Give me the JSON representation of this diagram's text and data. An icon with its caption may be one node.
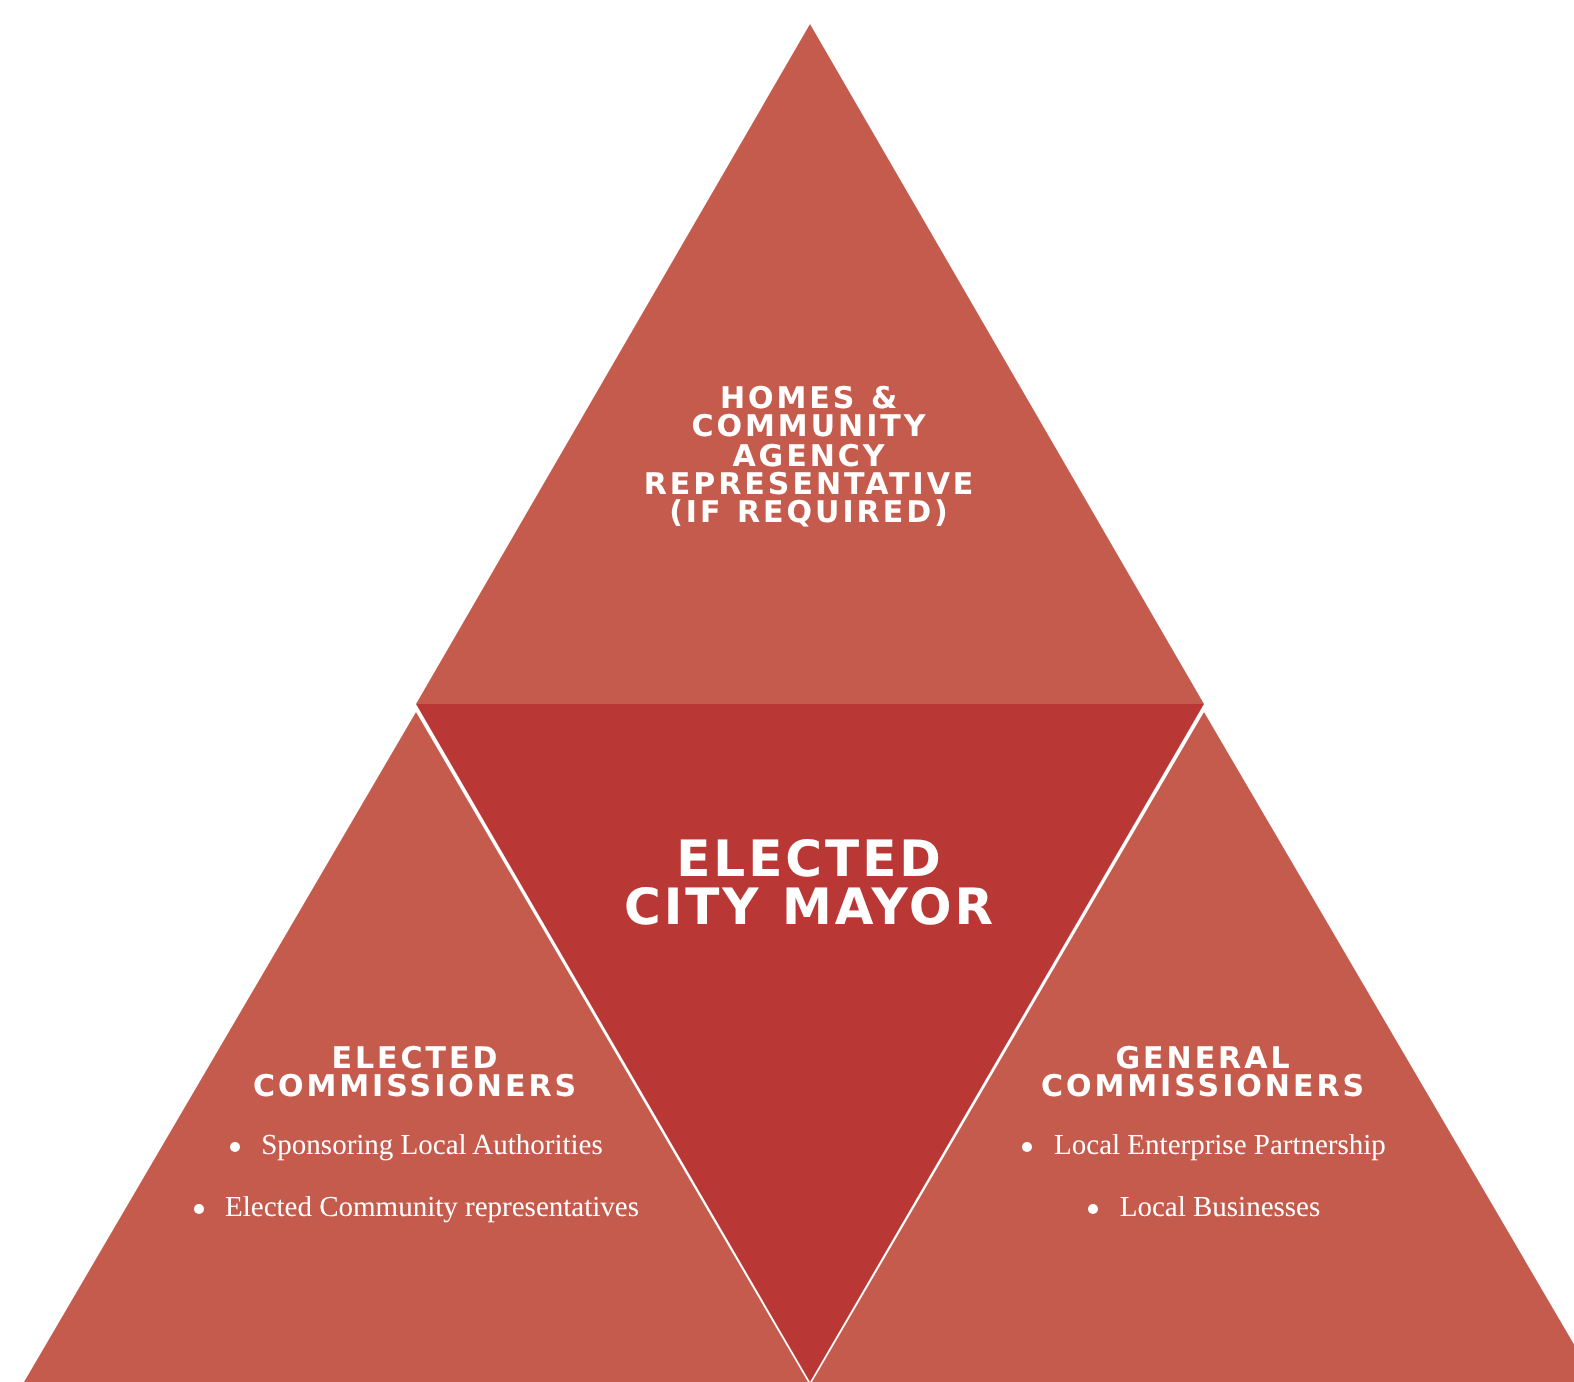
{
  "diagram": {
    "nodes": [
      {
        "text": [
          "HOMES & COMMUNITY AGENCY REPRESENTATIVE (IF REQUIRED)"
        ]
      },
      {
        "text": [
          "ELECTED CITY MAYOR"
        ]
      },
      {
        "text": [
          "ELECTED COMMISSIONERS",
          "Sponsoring Local Authorities",
          "Elected Community representatives"
        ]
      },
      {
        "text": [
          "GENERAL COMMISSIONERS",
          "Local Enterprise Partnership",
          "Local Businesses"
        ]
      }
    ]
  }
}
